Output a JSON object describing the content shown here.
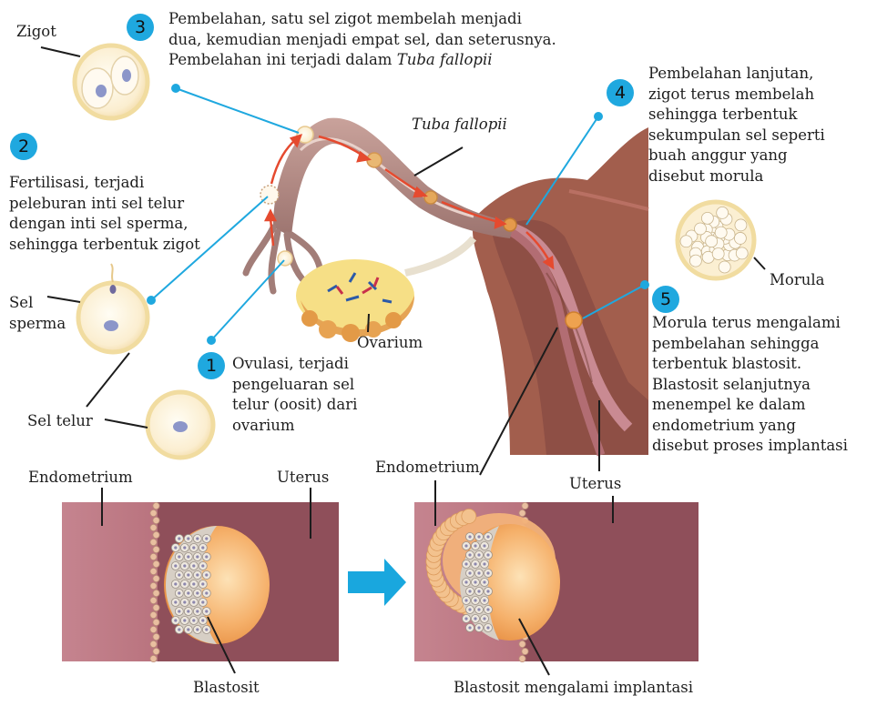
{
  "steps": {
    "s1": {
      "num": "1",
      "text": "Ovulasi, terjadi\npengeluaran sel\ntelur (oosit) dari\novarium"
    },
    "s2": {
      "num": "2",
      "text": "Fertilisasi, terjadi\npeleburan inti sel telur\ndengan inti sel sperma,\nsehingga terbentuk zigot"
    },
    "s3": {
      "num": "3",
      "text": "Pembelahan, satu sel zigot membelah menjadi\ndua, kemudian menjadi empat sel, dan seterusnya.\nPembelahan ini terjadi dalam ",
      "italic": "Tuba fallopii"
    },
    "s4": {
      "num": "4",
      "text": "Pembelahan lanjutan,\nzigot terus membelah\nsehingga terbentuk\nsekumpulan sel seperti\nbuah anggur yang\ndisebut morula"
    },
    "s5": {
      "num": "5",
      "text": "Morula terus mengalami\npembelahan sehingga\nterbentuk blastosit.\nBlastosit selanjutnya\nmenempel ke dalam\nendometrium yang\ndisebut proses implantasi"
    }
  },
  "labels": {
    "zigot": "Zigot",
    "sel_sperma": "Sel\nsperma",
    "sel_telur": "Sel telur",
    "tuba": "Tuba fallopii",
    "ovarium": "Ovarium",
    "morula": "Morula",
    "endometrium_top": "Endometrium",
    "uterus_top": "Uterus",
    "endometrium_left": "Endometrium",
    "uterus_left": "Uterus",
    "blastosit": "Blastosit",
    "implantasi": "Blastosit mengalami implantasi"
  },
  "colors": {
    "badge": "#1fa8df",
    "pointer": "#1fa8df",
    "tube": "#b08a85",
    "uterus_wall": "#a0604f",
    "endometrium": "#c98a92",
    "uterus_panel": "#8f4f5a",
    "blastocyst": "#f0a456",
    "arrow": "#e54a2f",
    "big_arrow": "#19a7de"
  }
}
